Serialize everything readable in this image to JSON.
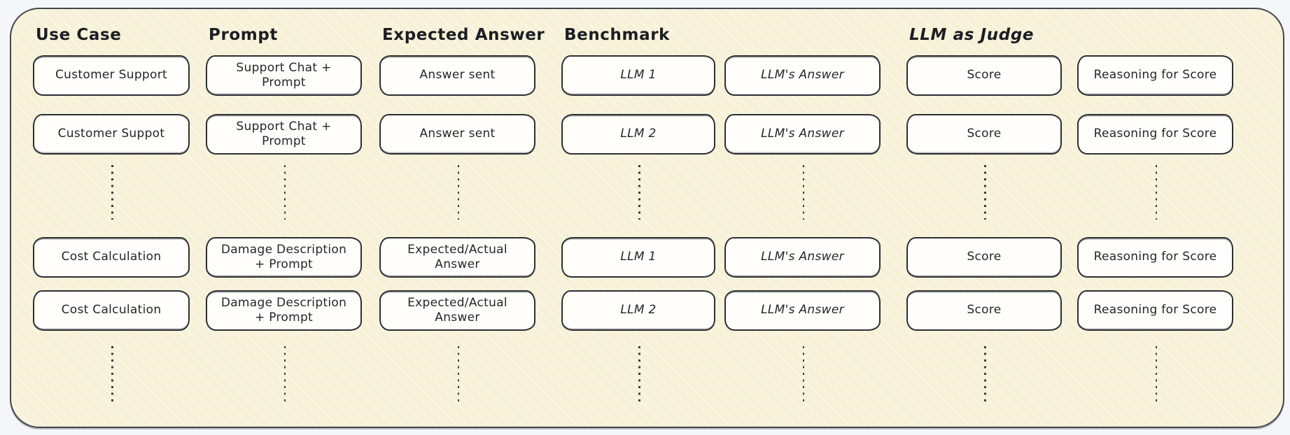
{
  "diagram": {
    "style": {
      "outer_background": "#f4f6fa",
      "frame_fill": "#f6f1d7",
      "frame_stroke": "#43484e",
      "node_fill": "#fffefb",
      "node_stroke": "#2c2f34",
      "text_color": "#24262b"
    },
    "columns": [
      {
        "header": "Use Case",
        "boxes": [
          "Customer Support",
          "Customer Suppot",
          "Cost Calculation",
          "Cost Calculation"
        ]
      },
      {
        "header": "Prompt",
        "boxes": [
          "Support Chat + Prompt",
          "Support Chat + Prompt",
          "Damage Description + Prompt",
          "Damage Description + Prompt"
        ]
      },
      {
        "header": "Expected Answer",
        "boxes": [
          "Answer sent",
          "Answer sent",
          "Expected/Actual Answer",
          "Expected/Actual Answer"
        ]
      },
      {
        "header": "Benchmark",
        "boxes": [
          "LLM 1",
          "LLM 2",
          "LLM 1",
          "LLM 2"
        ]
      },
      {
        "header": "",
        "boxes": [
          "LLM's Answer",
          "LLM's Answer",
          "LLM's Answer",
          "LLM's Answer"
        ]
      },
      {
        "header": "LLM as Judge",
        "boxes": [
          "Score",
          "Score",
          "Score",
          "Score"
        ]
      },
      {
        "header": "",
        "boxes": [
          "Reasoning for Score",
          "Reasoning for Score",
          "Reasoning for Score",
          "Reasoning for Score"
        ]
      }
    ]
  }
}
